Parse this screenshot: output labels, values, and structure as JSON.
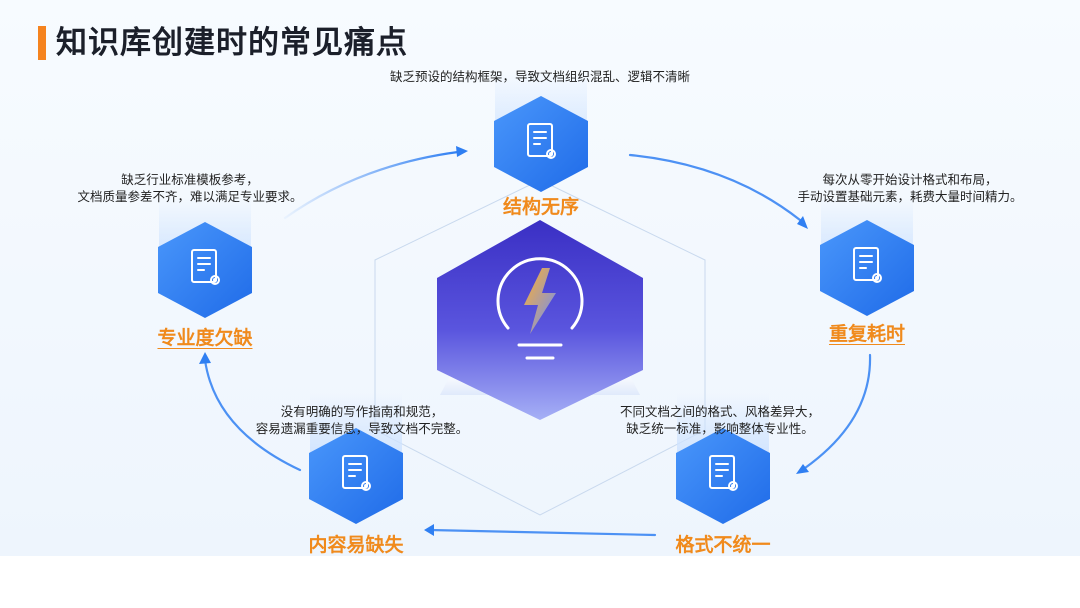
{
  "title": "知识库创建时的常见痛点",
  "colors": {
    "accent": "#f5831f",
    "label": "#f08a1c",
    "hex_blue": "#2f7ff2",
    "center_purple": "#5548d8"
  },
  "center": {
    "icon": "lightning-bulb-icon"
  },
  "nodes": [
    {
      "id": "top",
      "label": "结构无序",
      "icon": "document-settings-icon",
      "desc": [
        "缺乏预设的结构框架，导致文档组织混乱、逻辑不清晰"
      ]
    },
    {
      "id": "right",
      "label": "重复耗时",
      "icon": "document-settings-icon",
      "desc": [
        "每次从零开始设计格式和布局，",
        "手动设置基础元素，耗费大量时间精力。"
      ]
    },
    {
      "id": "bottom-right",
      "label": "格式不统一",
      "icon": "document-settings-icon",
      "desc": [
        "不同文档之间的格式、风格差异大，",
        "缺乏统一标准，影响整体专业性。"
      ]
    },
    {
      "id": "bottom-left",
      "label": "内容易缺失",
      "icon": "document-settings-icon",
      "desc": [
        "没有明确的写作指南和规范，",
        "容易遗漏重要信息，导致文档不完整。"
      ]
    },
    {
      "id": "left",
      "label": "专业度欠缺",
      "icon": "document-settings-icon",
      "desc": [
        "缺乏行业标准模板参考，",
        "文档质量参差不齐，难以满足专业要求。"
      ]
    }
  ]
}
